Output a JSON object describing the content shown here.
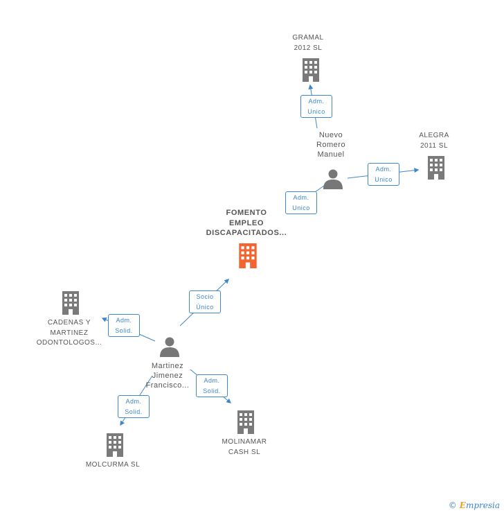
{
  "colors": {
    "building": "#7a7a7a",
    "building_main": "#f26430",
    "person": "#777777",
    "edge": "#3e86c9"
  },
  "nodes": {
    "gramal": {
      "lines": [
        "GRAMAL",
        "2012 SL"
      ],
      "icon": "building-icon"
    },
    "alegra": {
      "lines": [
        "ALEGRA",
        "2011 SL"
      ],
      "icon": "building-icon"
    },
    "nuevo": {
      "lines": [
        "Nuevo",
        "Romero",
        "Manuel"
      ],
      "icon": "person-icon"
    },
    "fomento": {
      "lines": [
        "FOMENTO",
        "EMPLEO",
        "DISCAPACITADOS..."
      ],
      "icon": "building-icon"
    },
    "cadenas": {
      "lines": [
        "CADENAS Y",
        "MARTINEZ",
        "ODONTOLOGOS..."
      ],
      "icon": "building-icon"
    },
    "martinez": {
      "lines": [
        "Martinez",
        "Jimenez",
        "Francisco..."
      ],
      "icon": "person-icon"
    },
    "molinamar": {
      "lines": [
        "MOLINAMAR",
        "CASH SL"
      ],
      "icon": "building-icon"
    },
    "molcurma": {
      "lines": [
        "MOLCURMA  SL"
      ],
      "icon": "building-icon"
    }
  },
  "edges": {
    "nuevo_gramal": [
      "Adm.",
      "Unico"
    ],
    "nuevo_alegra": [
      "Adm.",
      "Unico"
    ],
    "nuevo_fomento": [
      "Adm.",
      "Unico"
    ],
    "martinez_fomento": [
      "Socio",
      "Único"
    ],
    "martinez_cadenas": [
      "Adm.",
      "Solid."
    ],
    "martinez_molinamar": [
      "Adm.",
      "Solid."
    ],
    "martinez_molcurma": [
      "Adm.",
      "Solid."
    ]
  },
  "brand": {
    "copyright": "©",
    "name_first": "E",
    "name_rest": "mpresia"
  }
}
